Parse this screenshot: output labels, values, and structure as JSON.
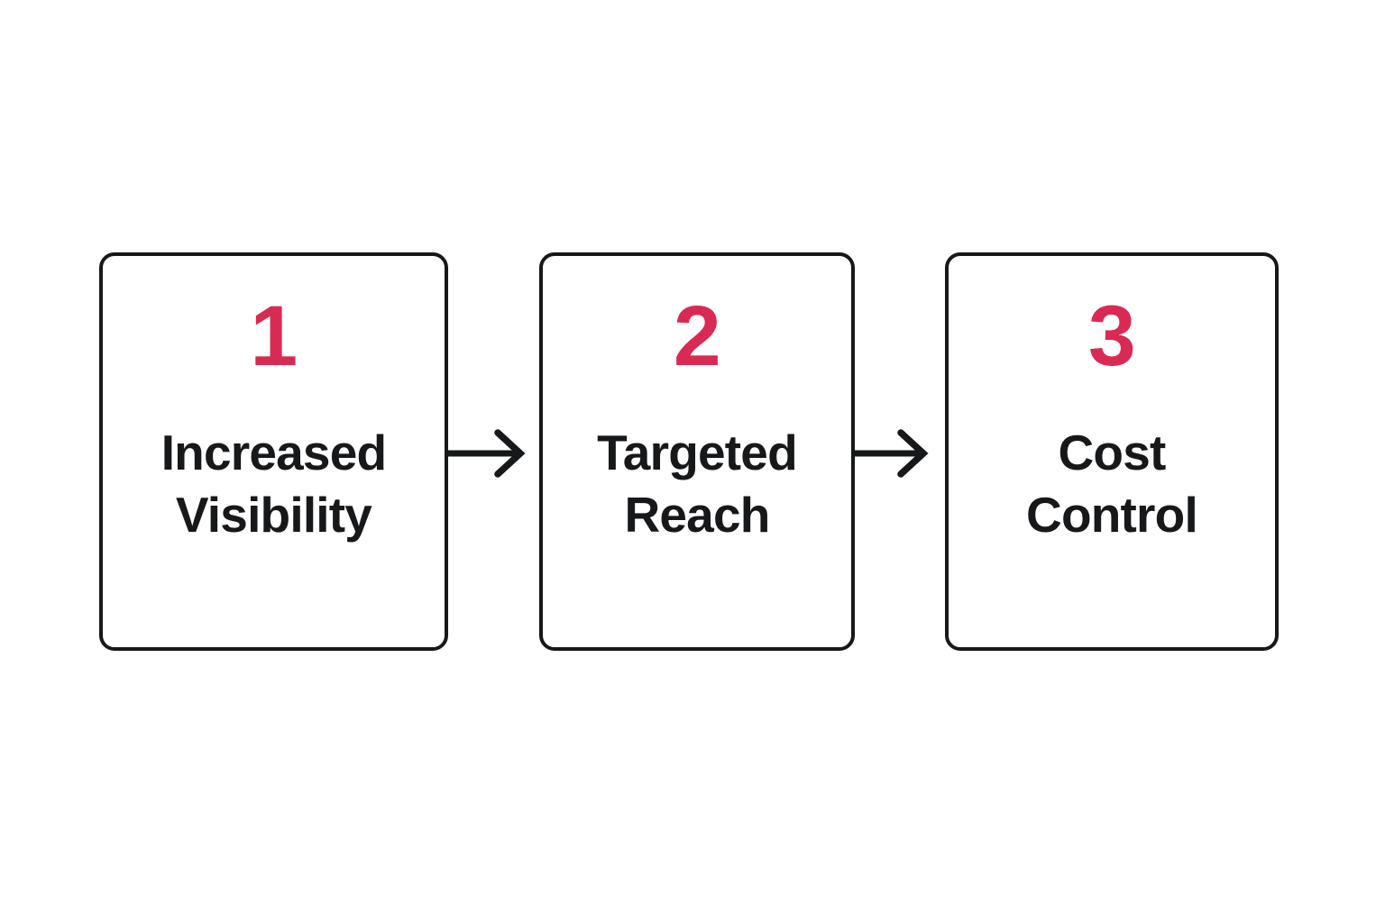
{
  "diagram": {
    "type": "horizontal-process-flow",
    "background_color": "#FFFFFF",
    "accent_color": "#D92A53",
    "text_color": "#17181A",
    "border_color": "#17181A",
    "steps": [
      {
        "number": "1",
        "label_line1": "Increased",
        "label_line2": "Visibility"
      },
      {
        "number": "2",
        "label_line1": "Targeted",
        "label_line2": "Reach"
      },
      {
        "number": "3",
        "label_line1": "Cost",
        "label_line2": "Control"
      }
    ],
    "connectors": [
      {
        "from": "1",
        "to": "2",
        "icon": "arrow-right-icon"
      },
      {
        "from": "2",
        "to": "3",
        "icon": "arrow-right-icon"
      }
    ]
  }
}
